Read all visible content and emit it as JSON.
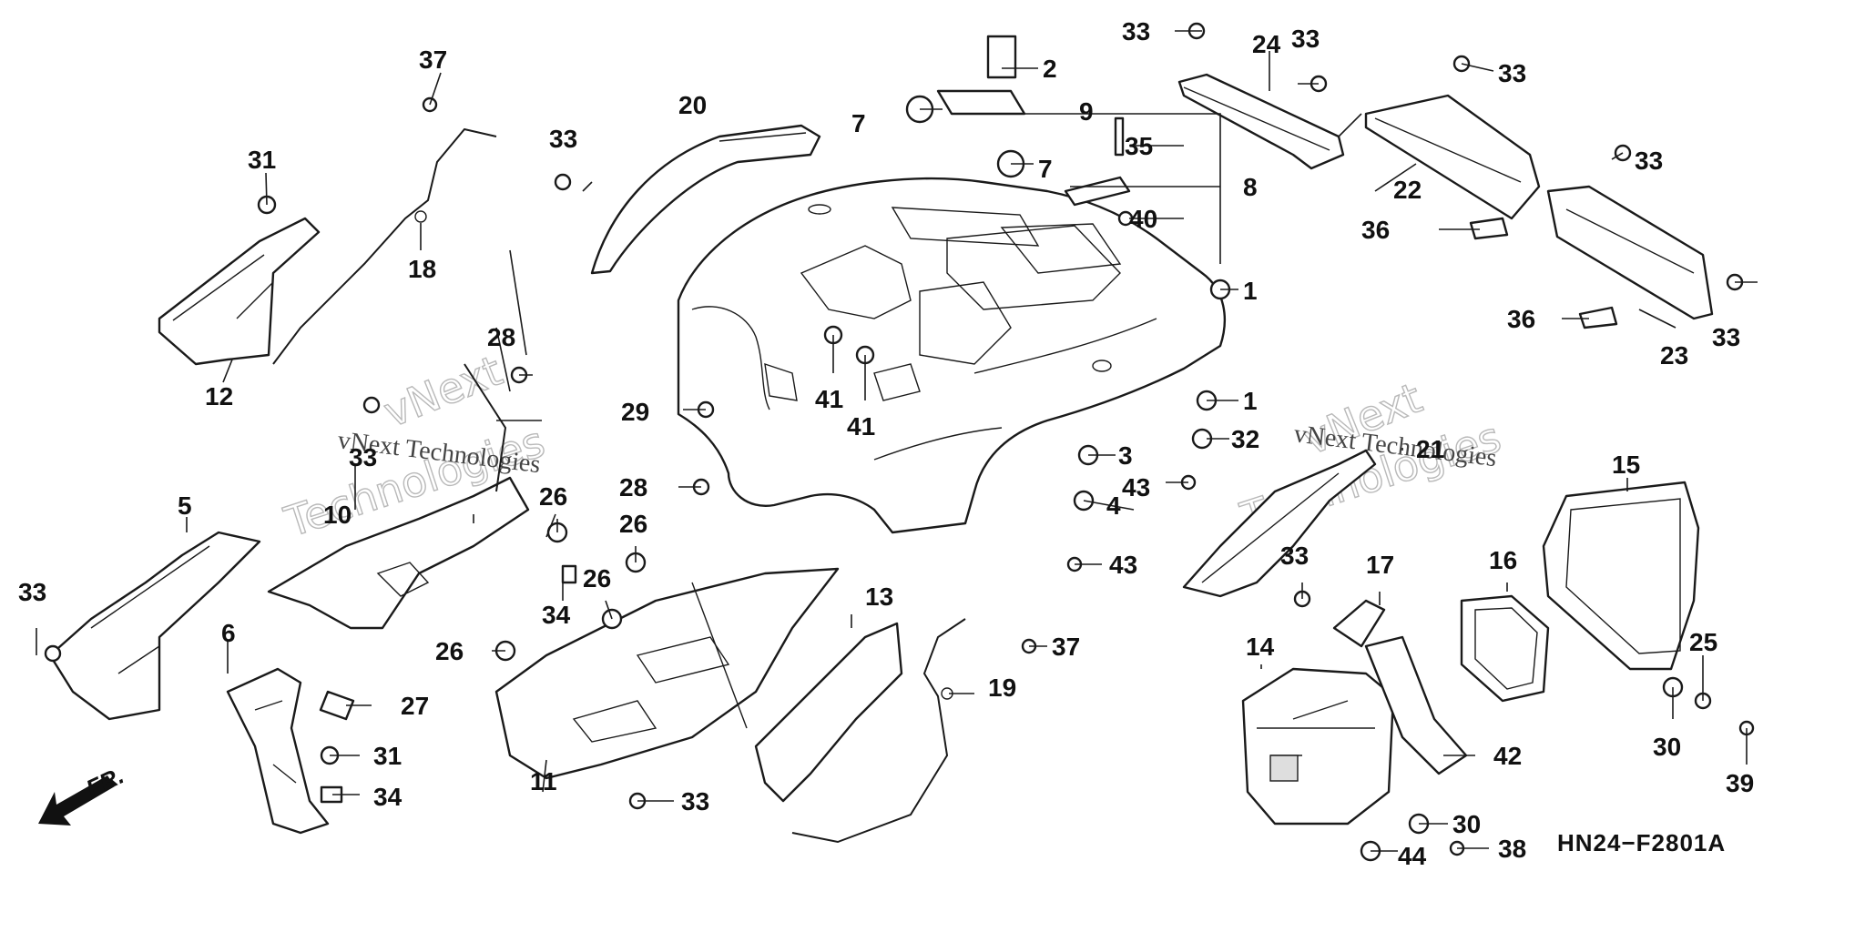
{
  "diagram": {
    "code": "HN24−F2801A",
    "front_label": "FR.",
    "watermark": "vNext Technologies",
    "callouts": [
      "1",
      "2",
      "3",
      "4",
      "5",
      "6",
      "7",
      "8",
      "9",
      "10",
      "11",
      "12",
      "13",
      "14",
      "15",
      "16",
      "17",
      "18",
      "19",
      "20",
      "21",
      "22",
      "23",
      "24",
      "25",
      "26",
      "27",
      "28",
      "29",
      "30",
      "31",
      "32",
      "33",
      "34",
      "35",
      "36",
      "37",
      "38",
      "39",
      "40",
      "41",
      "42",
      "43",
      "44"
    ],
    "icons": [
      "front-arrow-icon"
    ]
  }
}
